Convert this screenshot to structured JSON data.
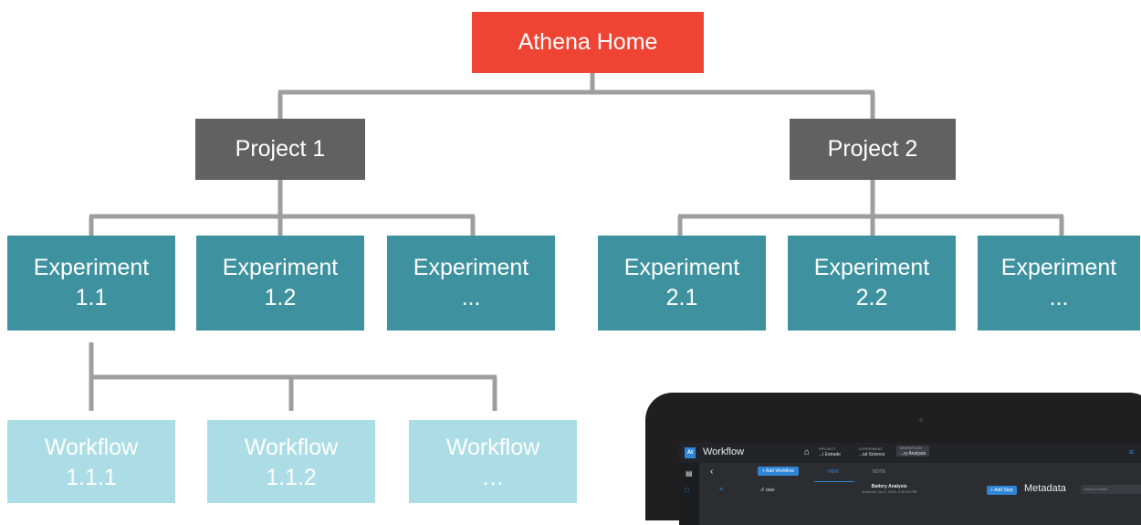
{
  "home": {
    "label": "Athena Home"
  },
  "projects": [
    {
      "label": "Project 1"
    },
    {
      "label": "Project 2"
    }
  ],
  "experiments": [
    {
      "label": "Experiment\n1.1"
    },
    {
      "label": "Experiment\n1.2"
    },
    {
      "label": "Experiment\n..."
    },
    {
      "label": "Experiment\n2.1"
    },
    {
      "label": "Experiment\n2.2"
    },
    {
      "label": "Experiment\n..."
    }
  ],
  "workflows": [
    {
      "label": "Workflow\n1.1.1"
    },
    {
      "label": "Workflow\n1.1.2"
    },
    {
      "label": "Workflow\n…"
    }
  ],
  "colors": {
    "home": "#ef4433",
    "project": "#616161",
    "experiment": "#3e929f",
    "workflow": "#acdde6",
    "connector": "#9e9e9e",
    "app_accent": "#2f86d6"
  },
  "app": {
    "logo": "At",
    "title": "Workflow",
    "crumbs": [
      {
        "top": "PROJECT",
        "value": "...l Estrade"
      },
      {
        "top": "EXPERIMENT",
        "value": "...ial Science"
      },
      {
        "top": "WORKFLOW",
        "value": "...ry Analysis"
      }
    ],
    "add_workflow": "+ Add Workflow",
    "tabs": [
      "VIEW",
      "NOTE"
    ],
    "sort_label": "↓F date",
    "analysis_title": "Battery Analysis",
    "analysis_sub": "11 items  |  Jul 9, 2020, 4:30:19 PM",
    "add_step": "+ Add Step",
    "metadata_title": "Metadata",
    "search_placeholder": "search metadt"
  }
}
